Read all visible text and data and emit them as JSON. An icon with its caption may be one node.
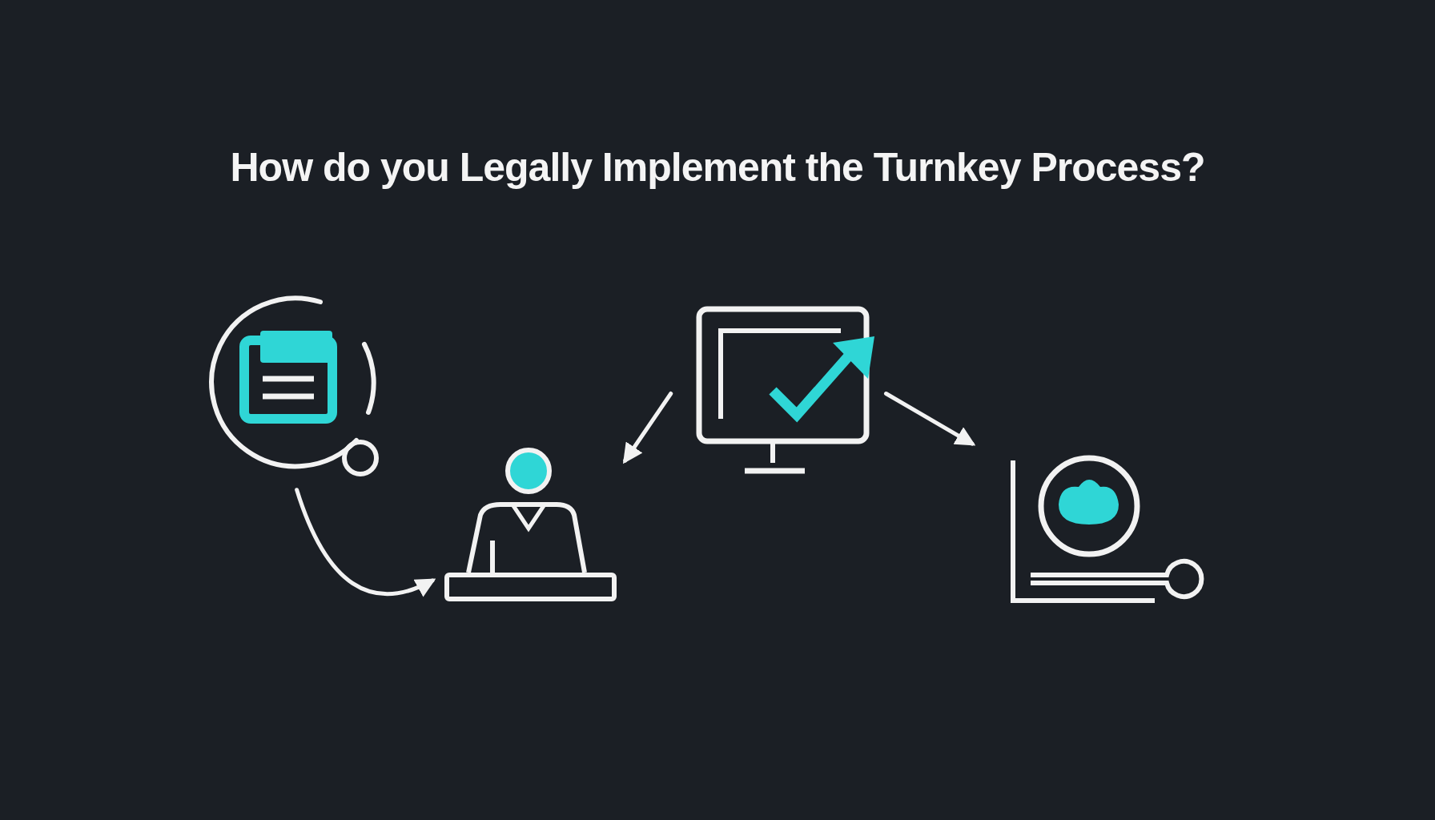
{
  "diagram": {
    "title": "How do you Legally Implement the Turnkey Process?",
    "nodes": [
      {
        "text": [],
        "shape": "picture"
      },
      {
        "text": [],
        "shape": "picture"
      },
      {
        "text": [],
        "shape": "picture"
      },
      {
        "text": [],
        "shape": "picture"
      }
    ],
    "edges": [
      {
        "from": 0,
        "to": 1,
        "arrow": "to"
      },
      {
        "from": 2,
        "to": 1,
        "arrow": "to"
      },
      {
        "from": 2,
        "to": 3,
        "arrow": "to"
      }
    ]
  }
}
